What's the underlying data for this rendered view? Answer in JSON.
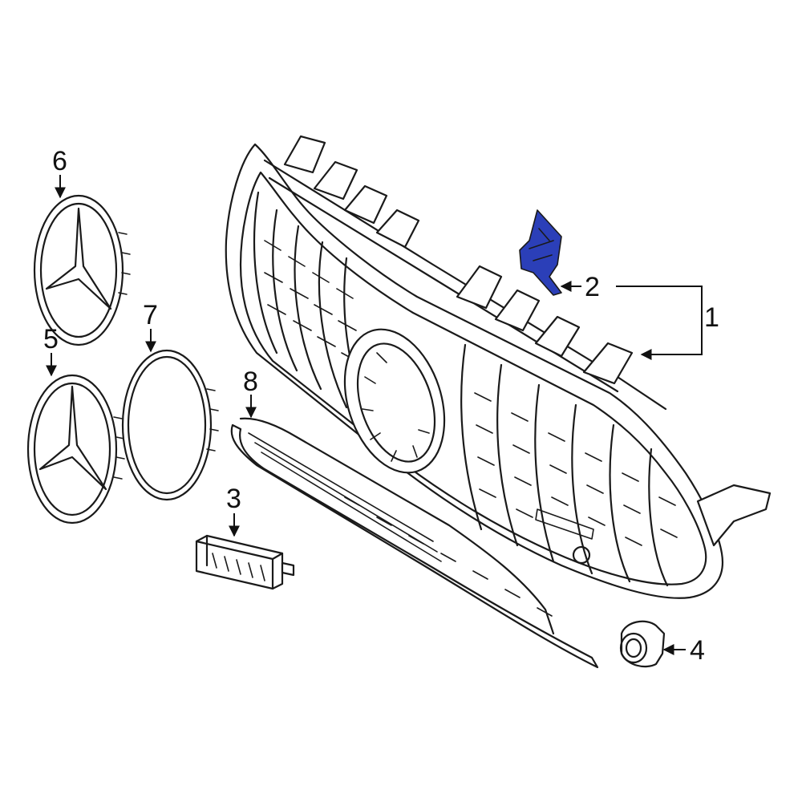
{
  "colors": {
    "line": "#1a1a1a",
    "highlight": "#2b3fb8",
    "background": "#ffffff"
  },
  "callouts": {
    "c1": "1",
    "c2": "2",
    "c3": "3",
    "c4": "4",
    "c5": "5",
    "c6": "6",
    "c7": "7",
    "c8": "8"
  }
}
